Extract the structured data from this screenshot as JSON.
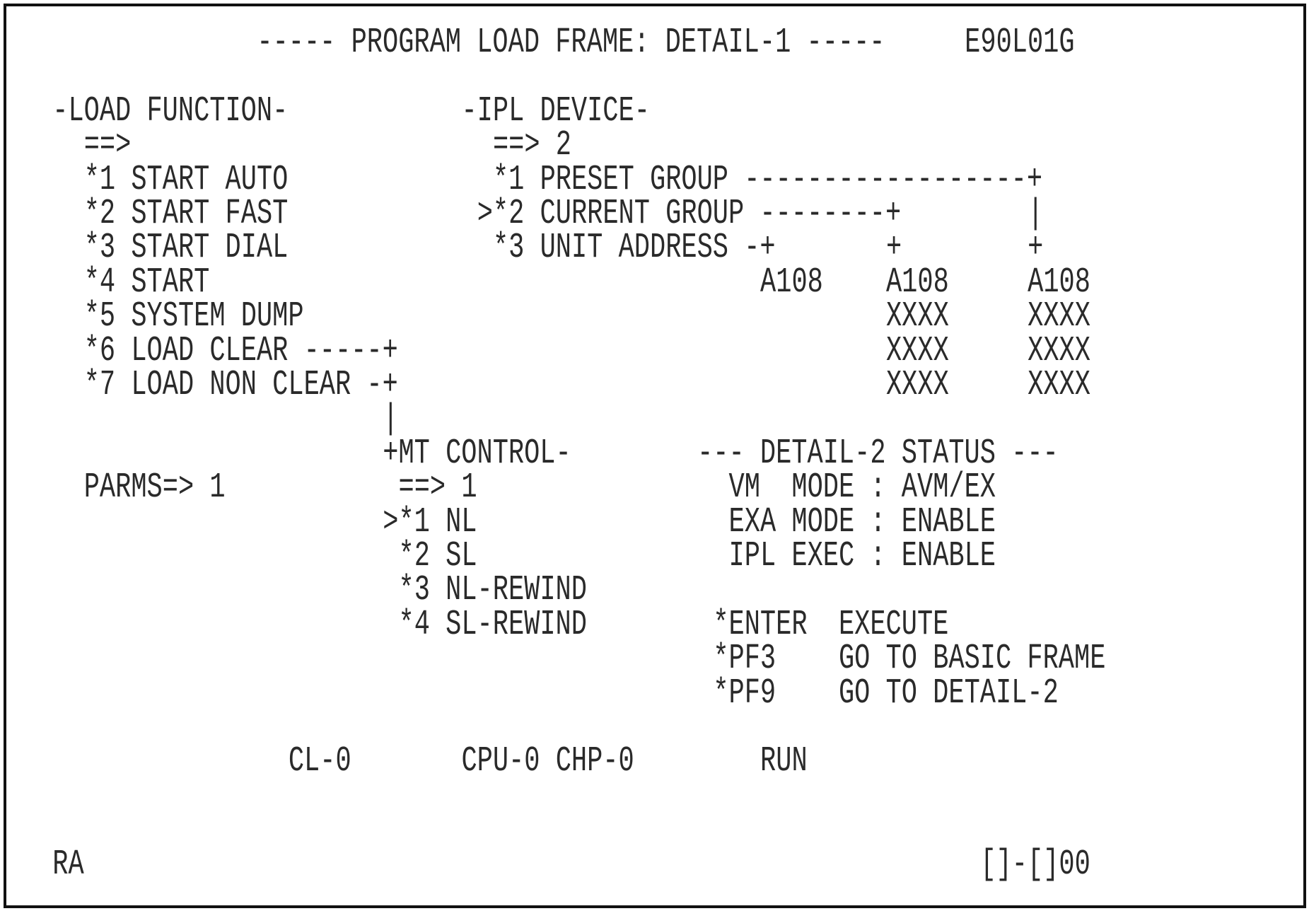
{
  "header": {
    "title": "----- PROGRAM LOAD FRAME: DETAIL-1 -----",
    "frame_id": "E90L01G"
  },
  "load_function": {
    "heading": "-LOAD FUNCTION-",
    "prompt": "==>",
    "options": [
      "*1 START AUTO",
      "*2 START FAST",
      "*3 START DIAL",
      "*4 START",
      "*5 SYSTEM DUMP",
      "*6 LOAD CLEAR -----+",
      "*7 LOAD NON CLEAR -+"
    ],
    "connector": "|",
    "parms": "PARMS=> 1"
  },
  "ipl_device": {
    "heading": "-IPL DEVICE-",
    "prompt": "==> 2",
    "options": [
      "*1 PRESET GROUP ------------------+",
      ">*2 CURRENT GROUP --------+",
      "*3 UNIT ADDRESS -+"
    ],
    "connectors": {
      "pipe": "|",
      "plus": "+"
    },
    "addresses": {
      "unit": [
        "A108"
      ],
      "current": [
        "A108",
        "XXXX",
        "XXXX",
        "XXXX"
      ],
      "preset": [
        "A108",
        "XXXX",
        "XXXX",
        "XXXX"
      ]
    }
  },
  "mt_control": {
    "heading": "+MT CONTROL-",
    "prompt": "==> 1",
    "options": [
      ">*1 NL",
      "*2 SL",
      "*3 NL-REWIND",
      "*4 SL-REWIND"
    ]
  },
  "status": {
    "heading": "--- DETAIL-2 STATUS ---",
    "lines": [
      "VM  MODE : AVM/EX",
      "EXA MODE : ENABLE",
      "IPL EXEC : ENABLE"
    ]
  },
  "keys": [
    "*ENTER  EXECUTE",
    "*PF3    GO TO BASIC FRAME",
    "*PF9    GO TO DETAIL-2"
  ],
  "footer": {
    "cl": "CL-0",
    "cpu": "CPU-0 CHP-0",
    "run": "RUN",
    "left": "RA",
    "right": "[]-[]00"
  }
}
